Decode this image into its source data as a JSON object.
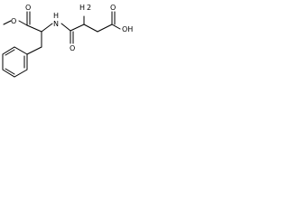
{
  "molecule": {
    "atom_labels": {
      "methoxy_o": "O",
      "ester_carbonyl_o": "O",
      "amide_nh": "H",
      "amide_n": "N",
      "amine_h2": "H",
      "amine_n": "2",
      "amide_carbonyl_o": "O",
      "acid_oh": "OH"
    },
    "colors": {
      "bond": "#000000",
      "label": "#000000",
      "background": "#ffffff"
    }
  }
}
